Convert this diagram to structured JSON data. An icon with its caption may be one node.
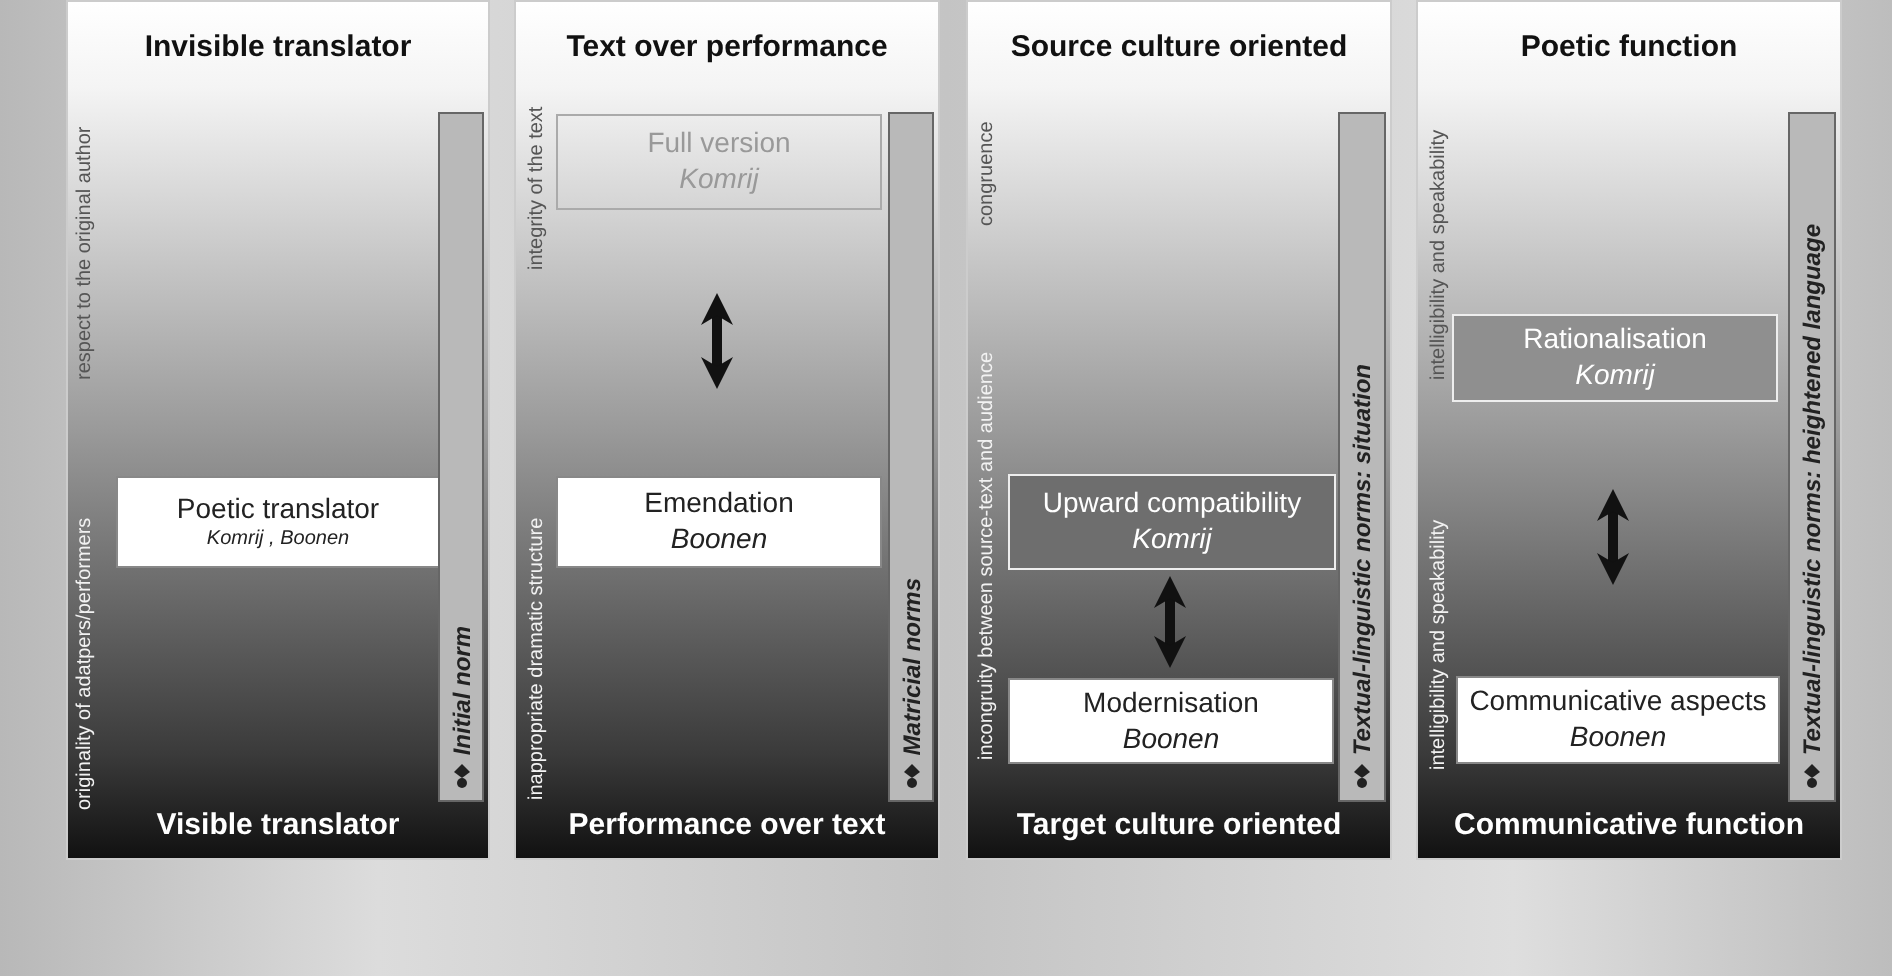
{
  "diagram": {
    "nodes": [
      {
        "text": [
          "Invisible translator",
          "Visible translator"
        ]
      },
      {
        "text": [
          "Poetic translator",
          "Komrij , Boonen"
        ],
        "in": 0
      },
      {
        "text": [
          "Initial norm"
        ],
        "in": 0
      },
      {
        "text": [
          "Text over performance",
          "Performance over text"
        ]
      },
      {
        "text": [
          "Full version",
          "Komrij"
        ],
        "in": 3
      },
      {
        "text": [
          "Emendation",
          "Boonen"
        ],
        "in": 3
      },
      {
        "text": [
          "Matricial norms"
        ],
        "in": 3
      },
      {
        "text": [
          "Source culture oriented",
          "Target culture oriented"
        ]
      },
      {
        "text": [
          "Upward compatibility",
          "Komrij"
        ],
        "in": 7
      },
      {
        "text": [
          "Modernisation",
          "Boonen"
        ],
        "in": 7
      },
      {
        "text": [
          "Textual-linguistic norms: situation"
        ],
        "in": 7
      },
      {
        "text": [
          "Poetic function",
          "Communicative function"
        ]
      },
      {
        "text": [
          "Rationalisation",
          "Komrij"
        ],
        "in": 11
      },
      {
        "text": [
          "Communicative aspects",
          "Boonen"
        ],
        "in": 11
      },
      {
        "text": [
          "Textual-linguistic norms: heightened language"
        ],
        "in": 11
      }
    ],
    "edges": [
      {
        "from": 4,
        "to": 5,
        "arrow": "both"
      },
      {
        "from": 8,
        "to": 9,
        "arrow": "both"
      },
      {
        "from": 12,
        "to": 13,
        "arrow": "both"
      }
    ],
    "labels": [
      "respect to the original author",
      "originality of adatpers/performers",
      "integrity of the text",
      "inappropriate dramatic structure",
      "congruence",
      "incongruity between source-text and audience",
      "intelligibility and speakability",
      "intelligibility and speakability"
    ]
  }
}
